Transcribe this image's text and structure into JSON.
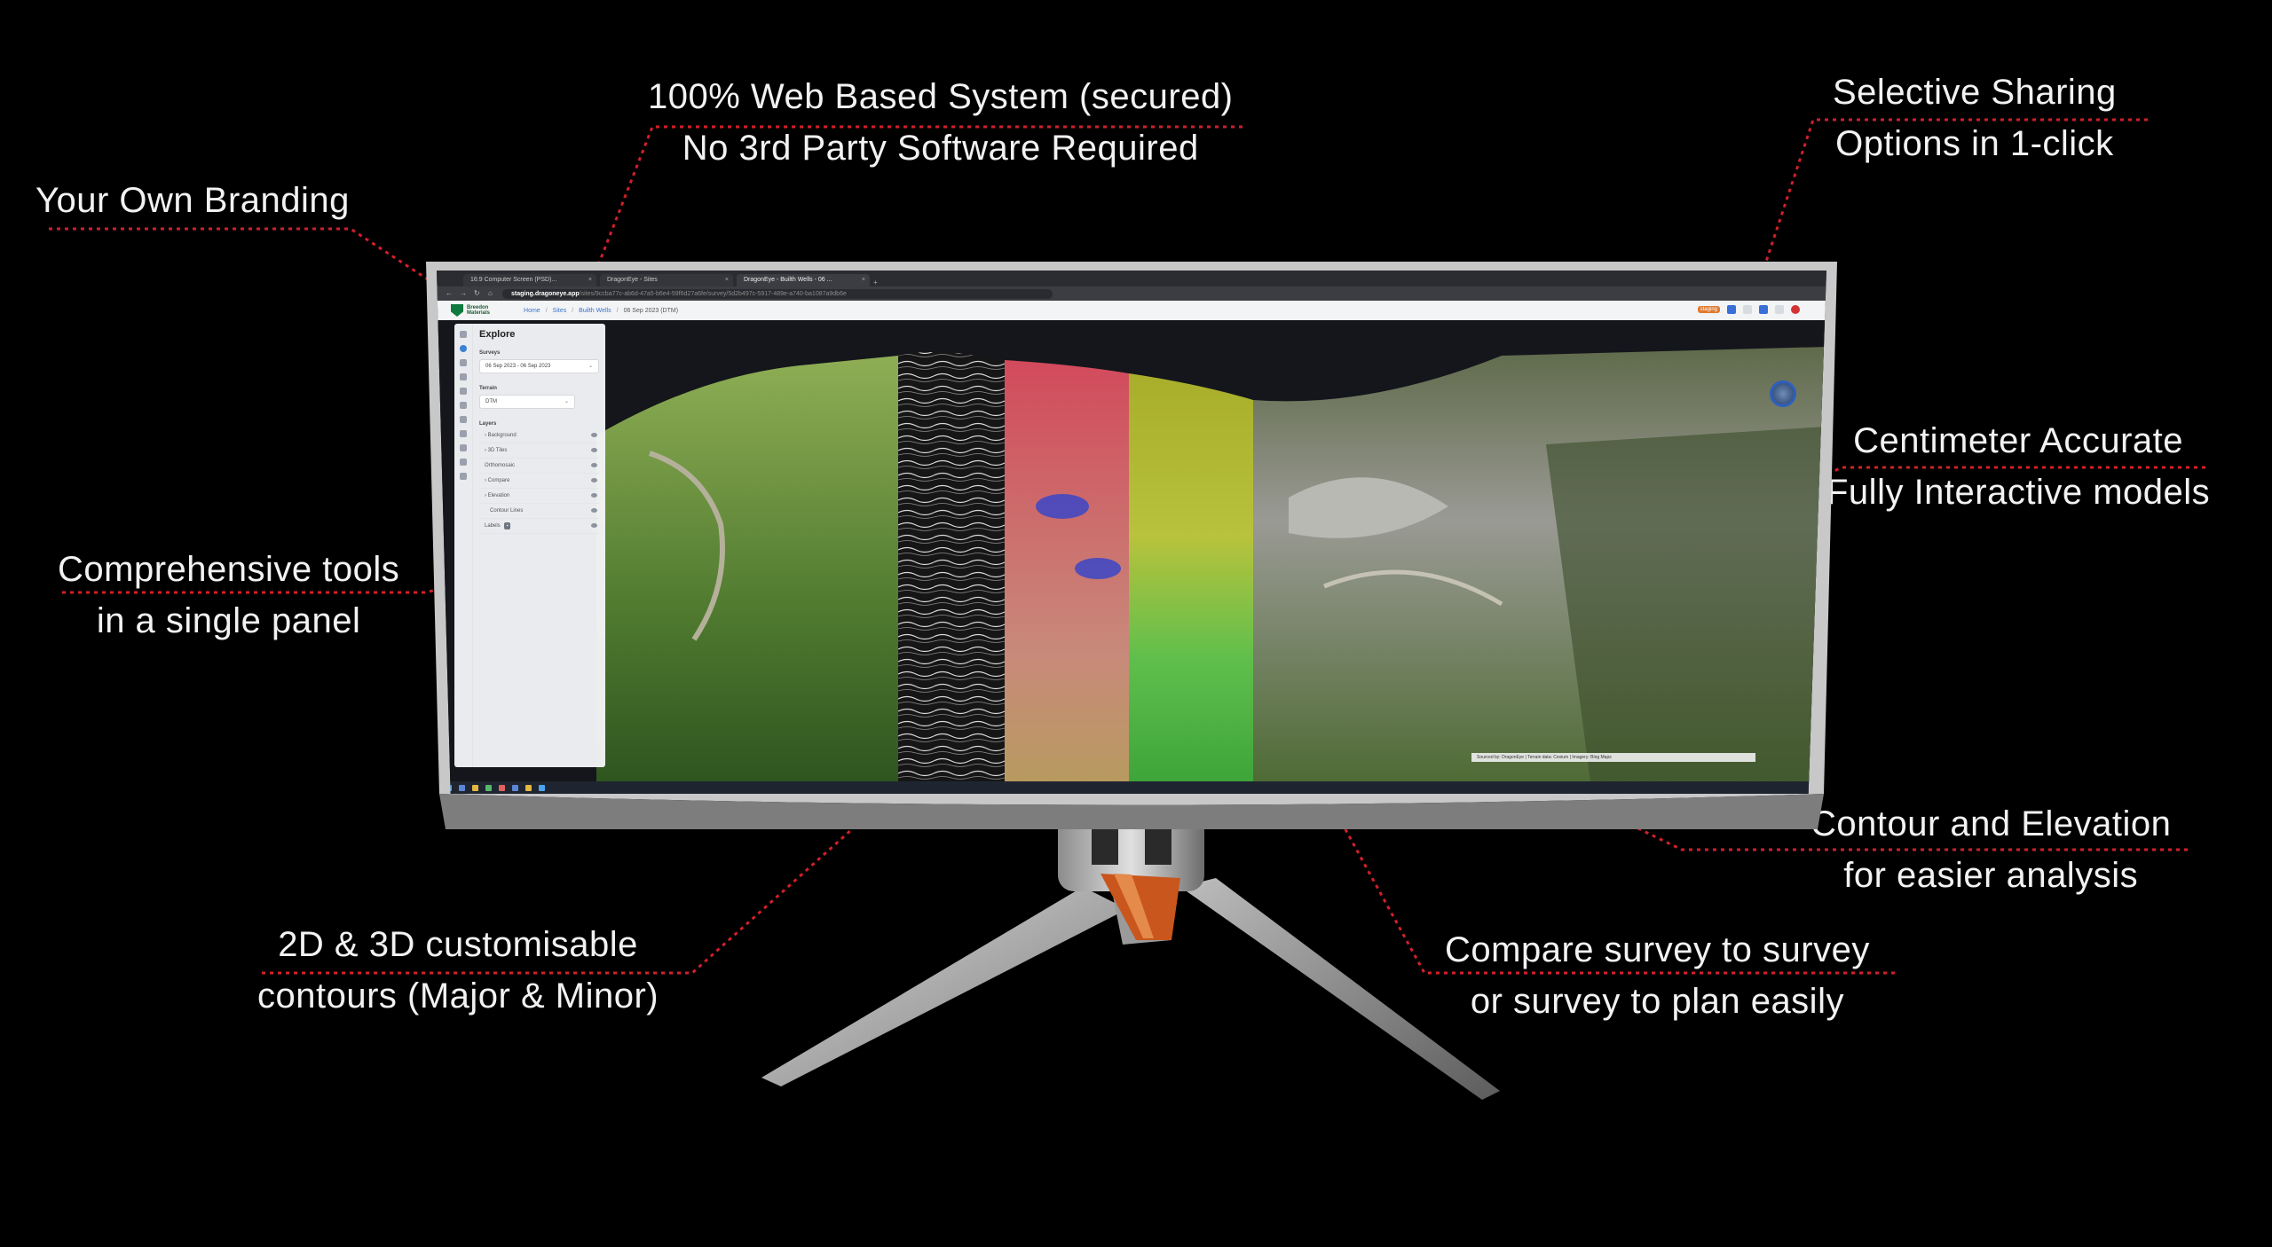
{
  "callouts": {
    "branding": "Your Own Branding",
    "web_line1": "100% Web Based System (secured)",
    "web_line2": "No 3rd Party Software Required",
    "sharing_line1": "Selective Sharing",
    "sharing_line2": "Options in 1-click",
    "accurate_line1": "Centimeter Accurate",
    "accurate_line2": "Fully Interactive models",
    "tools_line1": "Comprehensive tools",
    "tools_line2": "in a single panel",
    "contour_line1": "Contour and Elevation",
    "contour_line2": "for easier analysis",
    "compare_line1": "Compare survey to survey",
    "compare_line2": "or survey to plan easily",
    "contours_line1": "2D & 3D customisable",
    "contours_line2": "contours (Major & Minor)"
  },
  "colors": {
    "leader": "#d21f2a",
    "background": "#000000",
    "text": "#f2f2f2"
  },
  "browser": {
    "tabs": [
      {
        "label": "16:9 Computer Screen (PSD)...",
        "active": false
      },
      {
        "label": "DragonEye - Sites",
        "active": false
      },
      {
        "label": "DragonEye - Builth Wells - 06 ...",
        "active": true
      }
    ],
    "url_host": "staging.dragoneye.app",
    "url_rest": "/sites/9ccba77c-ab6d-47a5-b6e4-59f6d27a6fe/survey/5d2b497c-5917-489e-a740-ba1087a9db6e"
  },
  "app": {
    "logo_line1": "Breedon",
    "logo_line2": "Materials",
    "breadcrumbs": [
      "Home",
      "Sites",
      "Builth Wells",
      "06 Sep 2023 (DTM)"
    ],
    "badge_staging": "staging"
  },
  "panel": {
    "title": "Explore",
    "surveys_label": "Surveys",
    "surveys_value": "06 Sep 2023 - 06 Sep 2023",
    "terrain_label": "Terrain",
    "terrain_value": "DTM",
    "layers_label": "Layers",
    "layers": [
      {
        "label": "Background",
        "sub": false
      },
      {
        "label": "3D Tiles",
        "sub": false
      },
      {
        "label": "Orthomosaic",
        "sub": false
      },
      {
        "label": "Compare",
        "sub": false
      },
      {
        "label": "Elevation",
        "sub": false
      },
      {
        "label": "Contour Lines",
        "sub": true
      },
      {
        "label": "Labels",
        "sub": false
      }
    ]
  },
  "attribution": "Sourced by: DragonEye | Terrain data: Cesium | Imagery: Bing Maps"
}
